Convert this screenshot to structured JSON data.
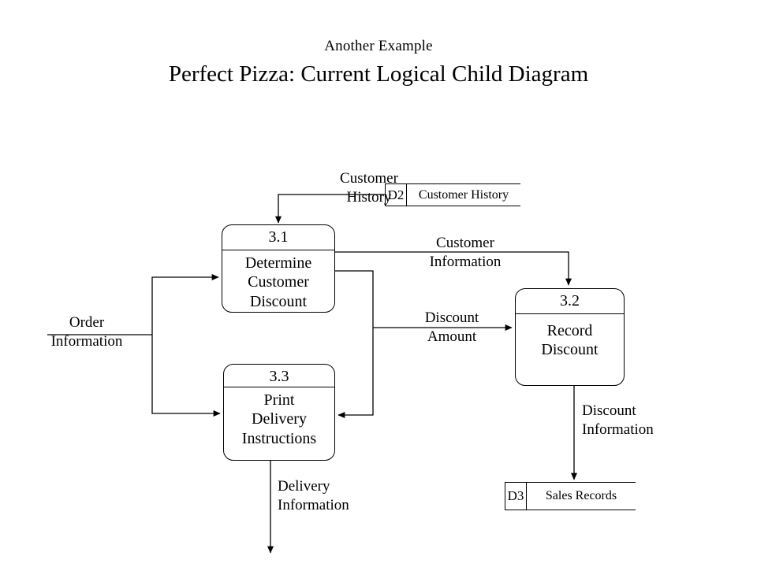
{
  "document": {
    "subtitle": "Another Example",
    "title": "Perfect Pizza: Current Logical Child Diagram",
    "background_color": "#ffffff",
    "line_color": "#000000"
  },
  "processes": [
    {
      "id": "3.1",
      "name_line_1": "Determine",
      "name_line_2": "Customer",
      "name_line_3": "Discount"
    },
    {
      "id": "3.2",
      "name_line_1": "Record",
      "name_line_2": "Discount",
      "name_line_3": ""
    },
    {
      "id": "3.3",
      "name_line_1": "Print",
      "name_line_2": "Delivery",
      "name_line_3": "Instructions"
    }
  ],
  "data_stores": [
    {
      "id": "D2",
      "name": "Customer History"
    },
    {
      "id": "D3",
      "name": "Sales Records"
    }
  ],
  "data_flows": [
    {
      "label_line_1": "Customer",
      "label_line_2": "History",
      "from": "D2",
      "to": "3.1"
    },
    {
      "label_line_1": "Order",
      "label_line_2": "Information",
      "from": "external",
      "to": "3.1 and 3.3"
    },
    {
      "label_line_1": "Customer",
      "label_line_2": "Information",
      "from": "3.1",
      "to": "3.2"
    },
    {
      "label_line_1": "Discount",
      "label_line_2": "Amount",
      "from": "3.1",
      "to": "3.2 and 3.3"
    },
    {
      "label_line_1": "Discount",
      "label_line_2": "Information",
      "from": "3.2",
      "to": "D3"
    },
    {
      "label_line_1": "Delivery",
      "label_line_2": "Information",
      "from": "3.3",
      "to": "external"
    }
  ]
}
